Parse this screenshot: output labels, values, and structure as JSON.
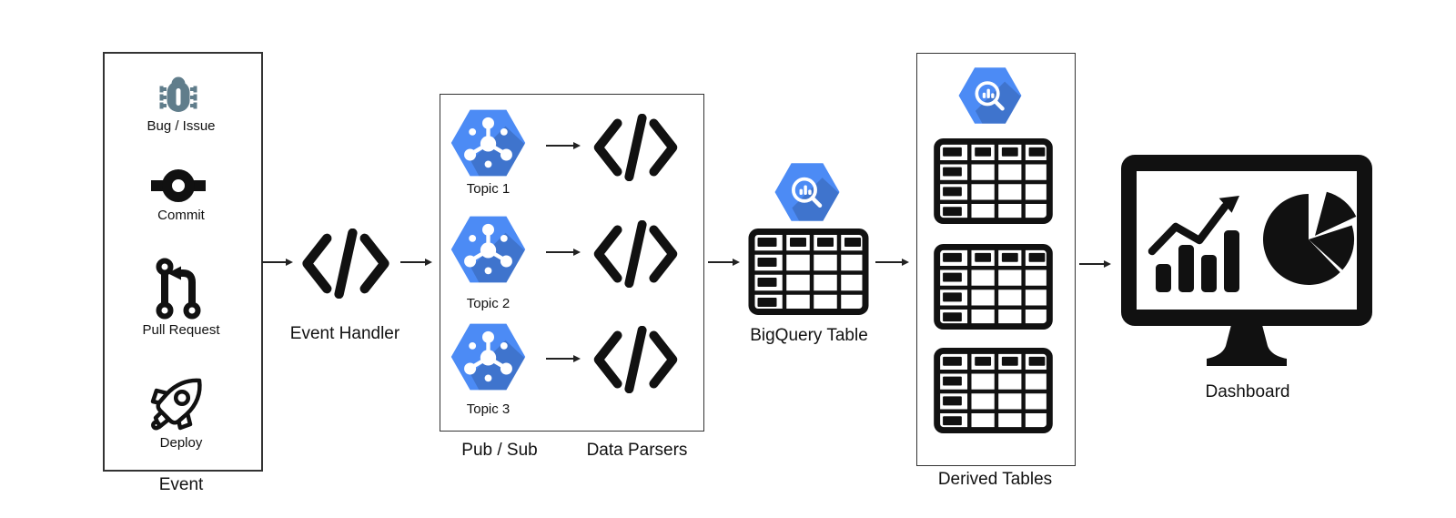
{
  "colors": {
    "gcp_blue": "#4C8BF5",
    "gcp_blue_dark": "#3A6FD8",
    "bug_gray": "#607D8B",
    "ink": "#111111"
  },
  "event_group": {
    "title": "Event",
    "items": [
      {
        "label": "Bug / Issue",
        "icon": "bug-icon"
      },
      {
        "label": "Commit",
        "icon": "git-commit-icon"
      },
      {
        "label": "Pull Request",
        "icon": "git-pull-request-icon"
      },
      {
        "label": "Deploy",
        "icon": "rocket-icon"
      }
    ]
  },
  "event_handler": {
    "label": "Event Handler",
    "icon": "code-icon"
  },
  "pubsub_group": {
    "title": "Pub / Sub",
    "topics": [
      {
        "label": "Topic 1",
        "icon": "pubsub-hexagon-icon"
      },
      {
        "label": "Topic 2",
        "icon": "pubsub-hexagon-icon"
      },
      {
        "label": "Topic 3",
        "icon": "pubsub-hexagon-icon"
      }
    ]
  },
  "data_parsers": {
    "title": "Data Parsers",
    "icon": "code-icon",
    "count": 3
  },
  "bigquery": {
    "label": "BigQuery Table",
    "icons": [
      "bigquery-hexagon-icon",
      "table-icon"
    ]
  },
  "derived_tables": {
    "label": "Derived Tables",
    "icon": "bigquery-hexagon-icon",
    "table_count": 3
  },
  "dashboard": {
    "label": "Dashboard",
    "icon": "dashboard-monitor-icon"
  }
}
